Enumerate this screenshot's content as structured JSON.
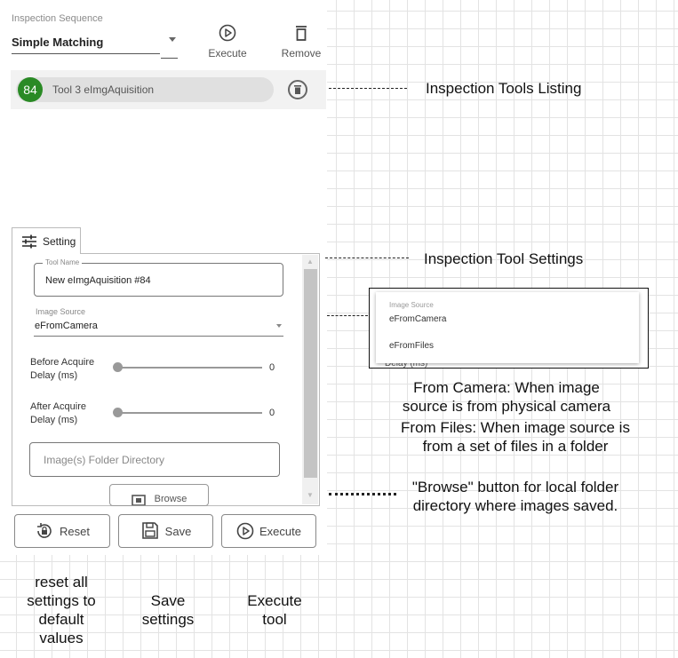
{
  "sequence": {
    "label": "Inspection Sequence",
    "value": "Simple Matching"
  },
  "toolbar": {
    "execute_label": "Execute",
    "remove_label": "Remove"
  },
  "tools": [
    {
      "badge": "84",
      "name": "Tool 3 eImgAquisition"
    }
  ],
  "settings_tab": {
    "label": "Setting"
  },
  "tool_name": {
    "label": "Tool Name",
    "value": "New eImgAquisition #84"
  },
  "image_source": {
    "label": "Image Source",
    "value": "eFromCamera"
  },
  "before_acquire": {
    "label_line1": "Before Acquire",
    "label_line2": "Delay (ms)",
    "value": "0"
  },
  "after_acquire": {
    "label_line1": "After Acquire",
    "label_line2": "Delay (ms)",
    "value": "0"
  },
  "folder": {
    "placeholder": "Image(s) Folder Directory"
  },
  "browse": {
    "label": "Browse"
  },
  "actions": {
    "reset": "Reset",
    "save": "Save",
    "execute": "Execute"
  },
  "popup": {
    "label": "Image Source",
    "options": [
      "eFromCamera",
      "eFromFiles"
    ],
    "peek_text": "Delay (ms)"
  },
  "annotations": {
    "listing": "Inspection Tools Listing",
    "settings": "Inspection Tool Settings",
    "from_camera": [
      "From Camera: When image",
      "source is from physical camera"
    ],
    "from_files": [
      "From Files: When image source is",
      "from a set of files in a folder"
    ],
    "browse": [
      "\"Browse\" button for local folder",
      "directory where images saved."
    ],
    "reset": [
      "reset all",
      "settings to",
      "default",
      "values"
    ],
    "save": [
      "Save",
      "settings"
    ],
    "execute": [
      "Execute",
      "tool"
    ]
  },
  "colors": {
    "badge": "#2a8a25",
    "pill": "#e0e0e0",
    "listing_bg": "#f2f2f2"
  }
}
